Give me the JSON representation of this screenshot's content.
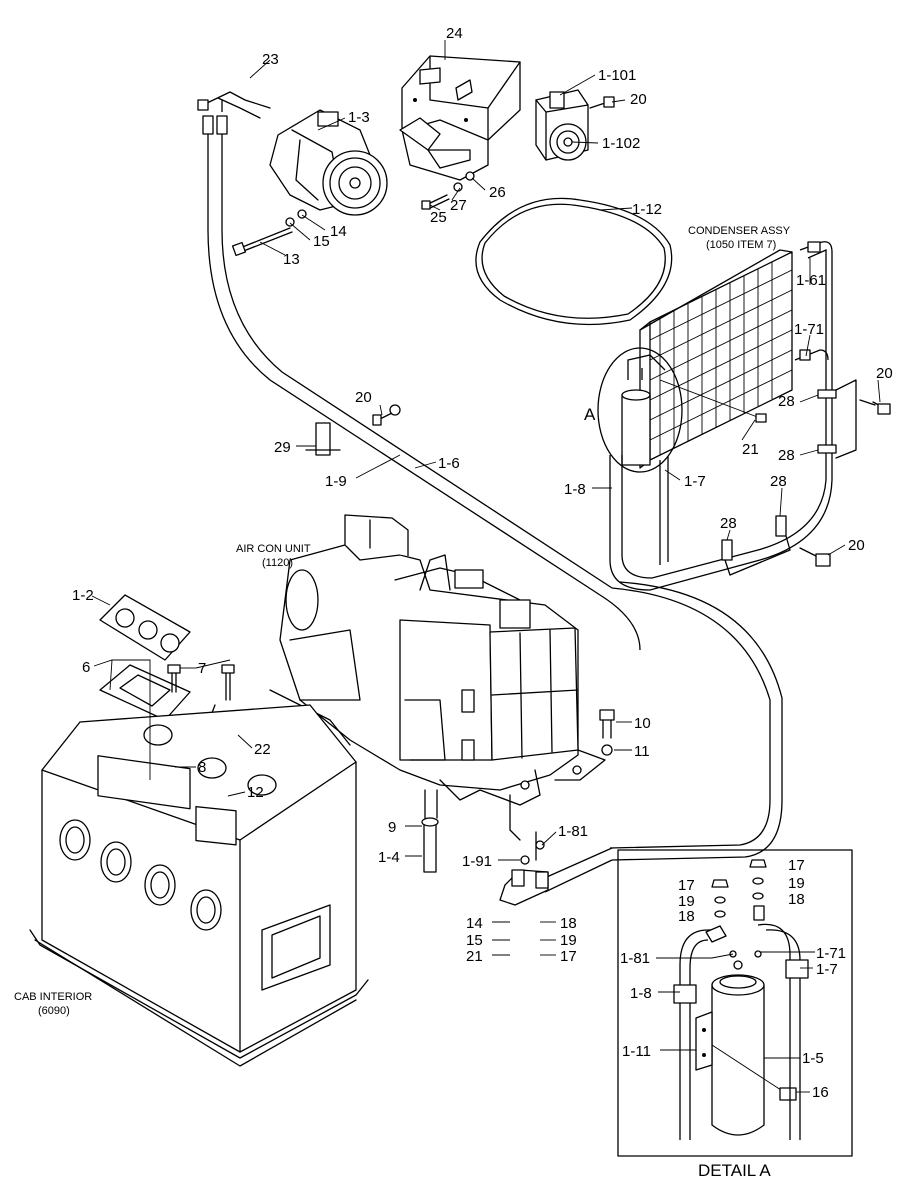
{
  "labels": {
    "p23": "23",
    "p24": "24",
    "p1_101": "1-101",
    "p20a": "20",
    "p1_102": "1-102",
    "p1_3": "1-3",
    "p26": "26",
    "p27": "27",
    "p25": "25",
    "p14a": "14",
    "p15a": "15",
    "p13": "13",
    "p1_12": "1-12",
    "condenser_1": "CONDENSER ASSY",
    "condenser_2": "(1050 ITEM 7)",
    "p1_61": "1-61",
    "p1_71a": "1-71",
    "p20b": "20",
    "p28a": "28",
    "pA": "A",
    "p21a": "21",
    "p28b": "28",
    "p1_7a": "1-7",
    "p1_8a": "1-8",
    "p28c": "28",
    "p28d": "28",
    "p20c": "20",
    "p20d": "20",
    "p29": "29",
    "p1_6": "1-6",
    "p1_9": "1-9",
    "aircon_1": "AIR CON UNIT",
    "aircon_2": "(1120)",
    "p1_2": "1-2",
    "p6": "6",
    "p7": "7",
    "p22": "22",
    "p8": "8",
    "p12": "12",
    "p10": "10",
    "p11": "11",
    "p9": "9",
    "p1_4": "1-4",
    "p1_81a": "1-81",
    "p1_91": "1-91",
    "p14b": "14",
    "p18a": "18",
    "p15b": "15",
    "p19a": "19",
    "p21b": "21",
    "p17a": "17",
    "cab_1": "CAB INTERIOR",
    "cab_2": "(6090)",
    "d17a": "17",
    "d17b": "17",
    "d19a": "19",
    "d19b": "19",
    "d18a": "18",
    "d18b": "18",
    "d1_81": "1-81",
    "d1_71": "1-71",
    "d1_7": "1-7",
    "d1_8": "1-8",
    "d1_11": "1-11",
    "d1_5": "1-5",
    "d16": "16",
    "detail": "DETAIL A"
  },
  "colors": {
    "ink": "#000000",
    "paper": "#ffffff"
  }
}
